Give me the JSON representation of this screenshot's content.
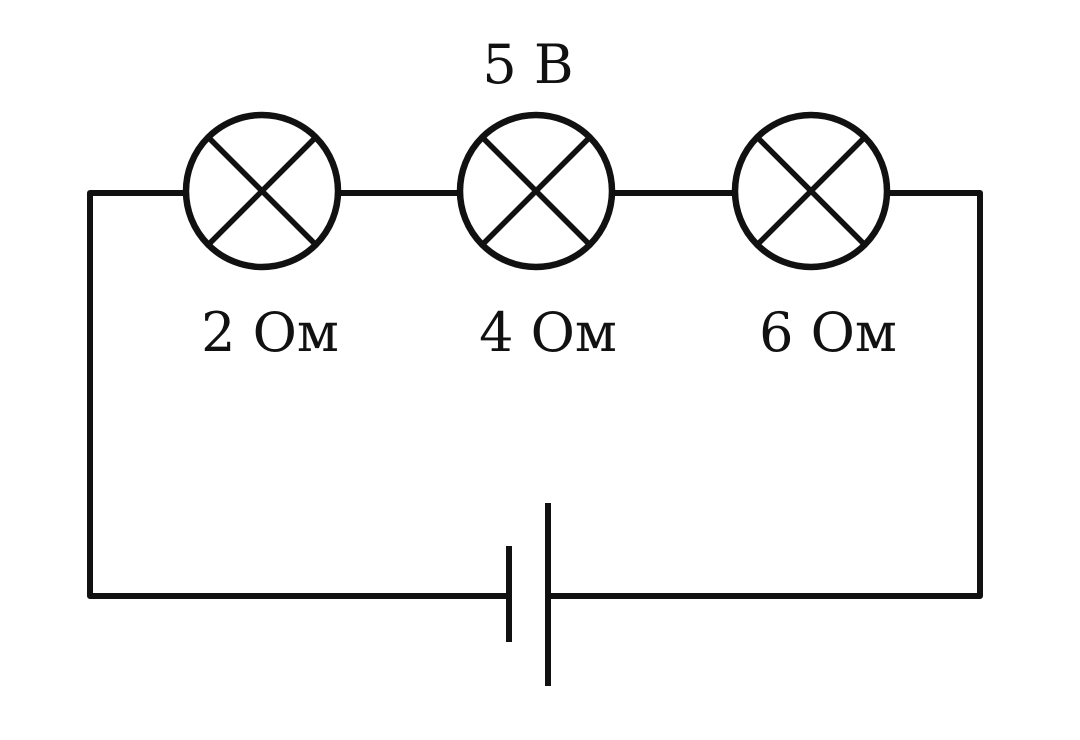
{
  "diagram": {
    "voltage_label": "5 В",
    "lamps": [
      {
        "resistance_label": "2 Ом"
      },
      {
        "resistance_label": "4 Ом"
      },
      {
        "resistance_label": "6 Ом"
      }
    ],
    "colors": {
      "stroke": "#111111",
      "background": "#ffffff"
    }
  }
}
